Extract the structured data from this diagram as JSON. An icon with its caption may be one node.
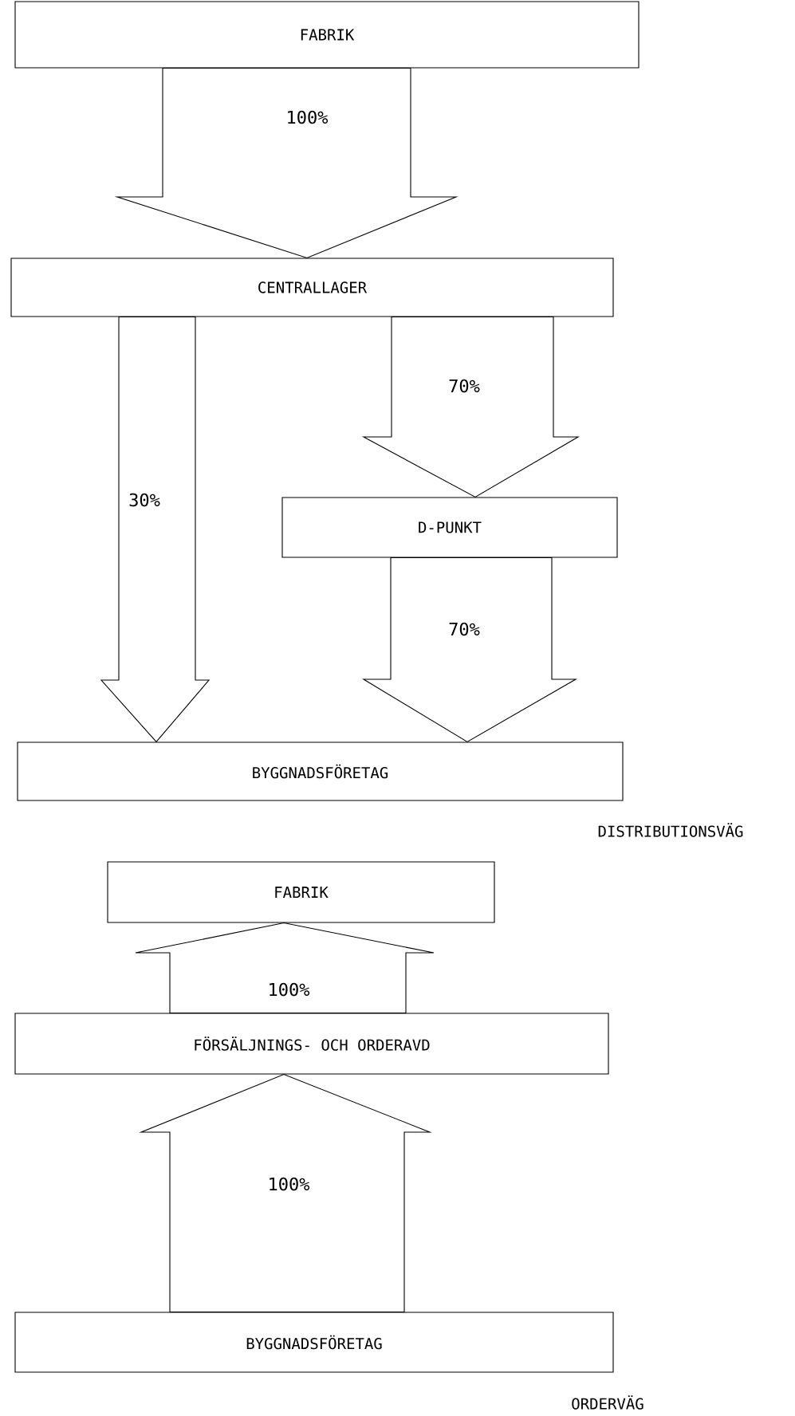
{
  "diagram": {
    "nodes": [
      {
        "text": [
          "FABRIK"
        ]
      },
      {
        "text": [
          "CENTRALLAGER"
        ]
      },
      {
        "text": [
          "D-PUNKT"
        ]
      },
      {
        "text": [
          "BYGGNADSFÖRETAG"
        ]
      },
      {
        "text": [
          "FABRIK"
        ]
      },
      {
        "text": [
          "FÖRSÄLJNINGS- OCH ORDERAVD"
        ]
      },
      {
        "text": [
          "BYGGNADSFÖRETAG"
        ]
      }
    ],
    "edges": [
      {
        "from": 0,
        "to": 1,
        "arrow": "to",
        "label": "100%"
      },
      {
        "from": 1,
        "to": 3,
        "arrow": "to",
        "label": "30%"
      },
      {
        "from": 1,
        "to": 2,
        "arrow": "to",
        "label": "70%"
      },
      {
        "from": 2,
        "to": 3,
        "arrow": "to",
        "label": "70%"
      },
      {
        "from": 5,
        "to": 4,
        "arrow": "to",
        "label": "100%"
      },
      {
        "from": 6,
        "to": 5,
        "arrow": "to",
        "label": "100%"
      }
    ],
    "labels": [
      "DISTRIBUTIONSVÄG",
      "ORDERVÄG"
    ]
  }
}
